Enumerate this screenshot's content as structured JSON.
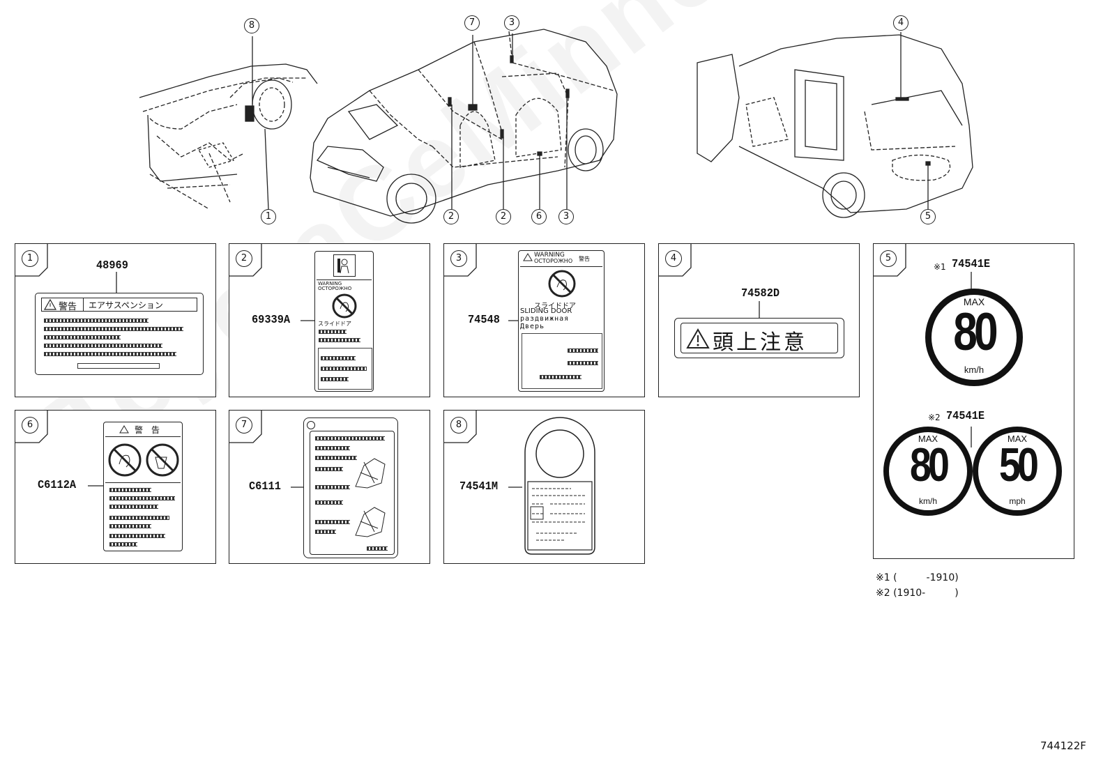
{
  "diagram_code": "744122F",
  "watermark": "ToyotaCeMinner.ru",
  "callouts": {
    "c8": "8",
    "c1": "1",
    "c7": "7",
    "c3a": "3",
    "c2a": "2",
    "c2b": "2",
    "c6": "6",
    "c3b": "3",
    "c4": "4",
    "c5": "5"
  },
  "panels": [
    {
      "num": "1",
      "part": "48969",
      "label_header_warn": "警告",
      "label_header_text": "エアサスペンション"
    },
    {
      "num": "2",
      "part": "69339A",
      "warning_small": "WARNING",
      "warning_ru_small": "OCTOPOЖНО",
      "slide_small": "スライドドア"
    },
    {
      "num": "3",
      "part": "74548",
      "warning": "WARNING",
      "warning_ru": "OCTOPOЖНО",
      "warning_jp": "警告",
      "slide_jp": "スライドドア",
      "slide_en": "SLIDING DOOR",
      "slide_ru1": "раздвижная",
      "slide_ru2": "Дверь"
    },
    {
      "num": "4",
      "part": "74582D",
      "text": "頭上注意"
    },
    {
      "num": "5",
      "part1": "74541E",
      "mark1": "※1",
      "part2": "74541E",
      "mark2": "※2",
      "sign_max": "MAX",
      "sign_80": "80",
      "sign_kmh": "km/h",
      "sign_50": "50",
      "sign_mph": "mph"
    },
    {
      "num": "6",
      "part": "C6112A",
      "header": "警　告"
    },
    {
      "num": "7",
      "part": "C6111"
    },
    {
      "num": "8",
      "part": "74541M"
    }
  ],
  "footnotes": [
    "※1 (　　　-1910)",
    "※2 (1910-　　　)"
  ]
}
